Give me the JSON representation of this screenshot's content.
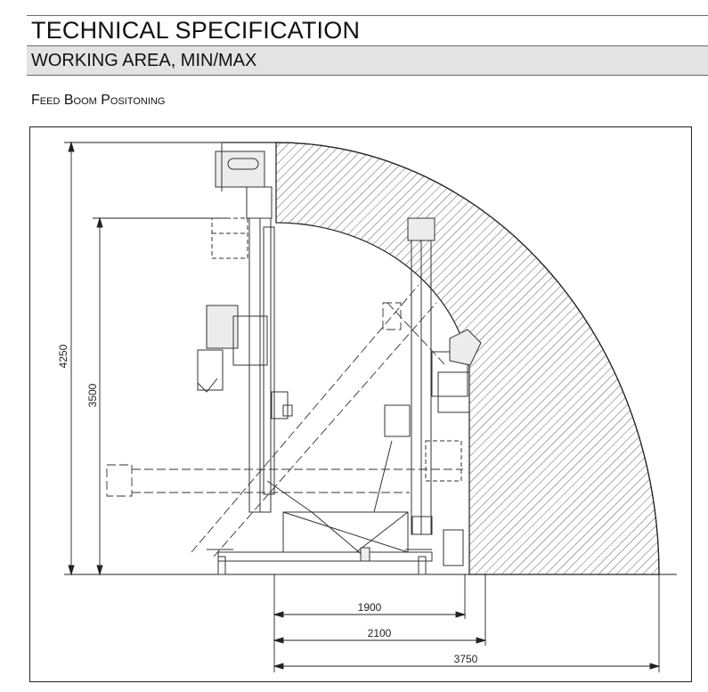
{
  "header": {
    "title": "TECHNICAL SPECIFICATION",
    "subtitle": "WORKING AREA, MIN/MAX"
  },
  "section": {
    "heading": "Feed Boom Positoning"
  },
  "drawing": {
    "dimensions": {
      "height_max": "4250",
      "height_min": "3500",
      "reach_1": "1900",
      "reach_2": "2100",
      "reach_3": "3750"
    }
  }
}
